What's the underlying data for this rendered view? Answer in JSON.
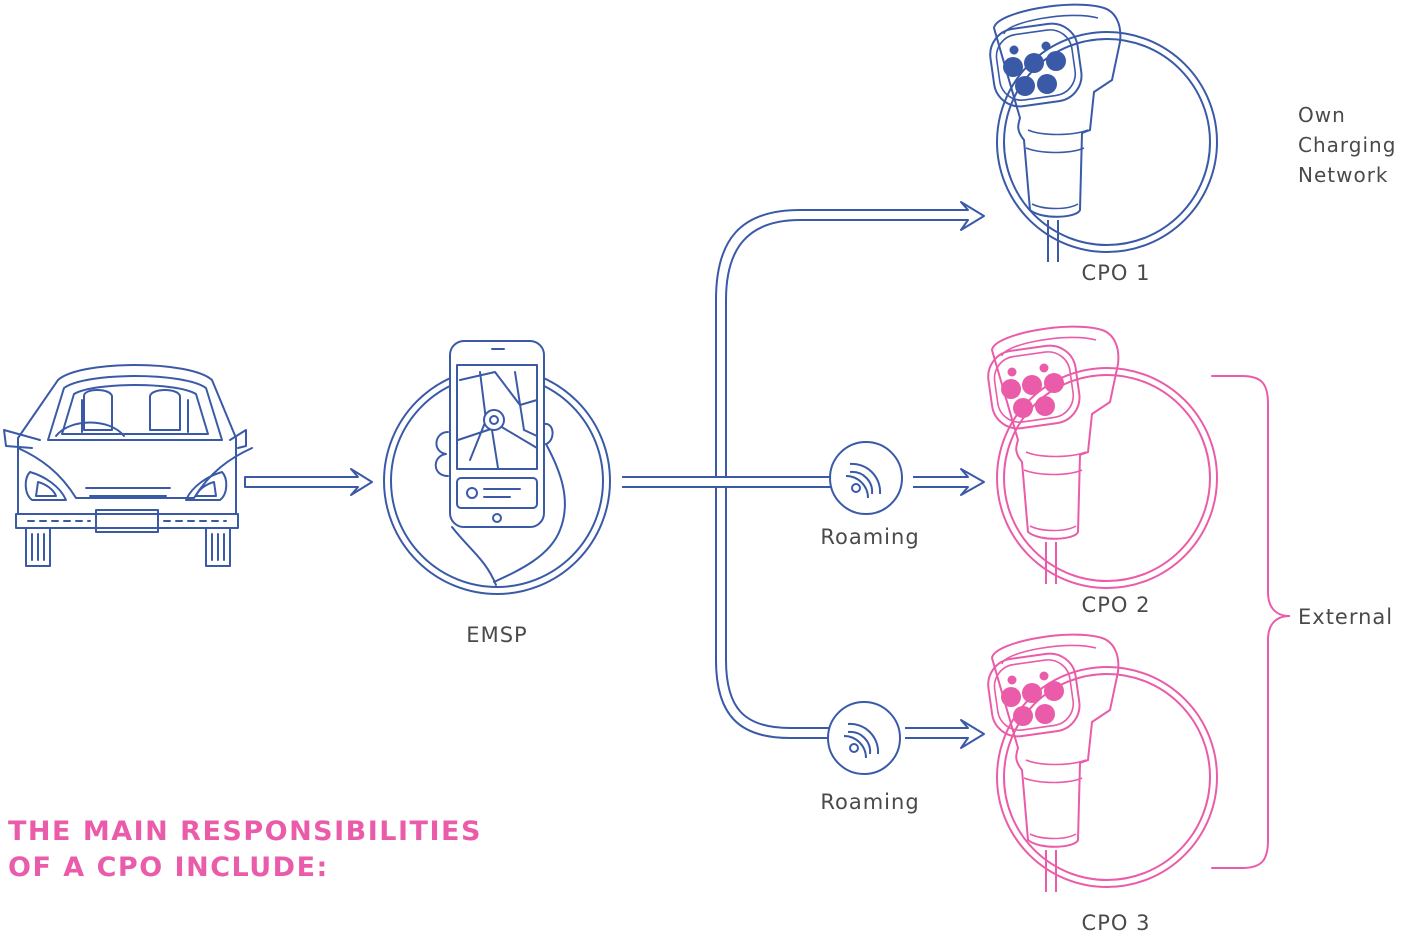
{
  "colors": {
    "blue": "#3a5aa8",
    "pink": "#ea5ca9",
    "text": "#4a4a4a"
  },
  "labels": {
    "emsp": "EMSP",
    "cpo1": "CPO 1",
    "cpo2": "CPO 2",
    "cpo3": "CPO 3",
    "roaming_top": "Roaming",
    "roaming_bottom": "Roaming",
    "own_line1": "Own",
    "own_line2": "Charging",
    "own_line3": "Network",
    "external": "External"
  },
  "headline": {
    "line1": "THE MAIN RESPONSIBILITIES",
    "line2": "OF A CPO INCLUDE:"
  },
  "icons": [
    "car-icon",
    "smartphone-map-icon",
    "wireless-signal-icon",
    "ev-charging-connector-icon"
  ]
}
